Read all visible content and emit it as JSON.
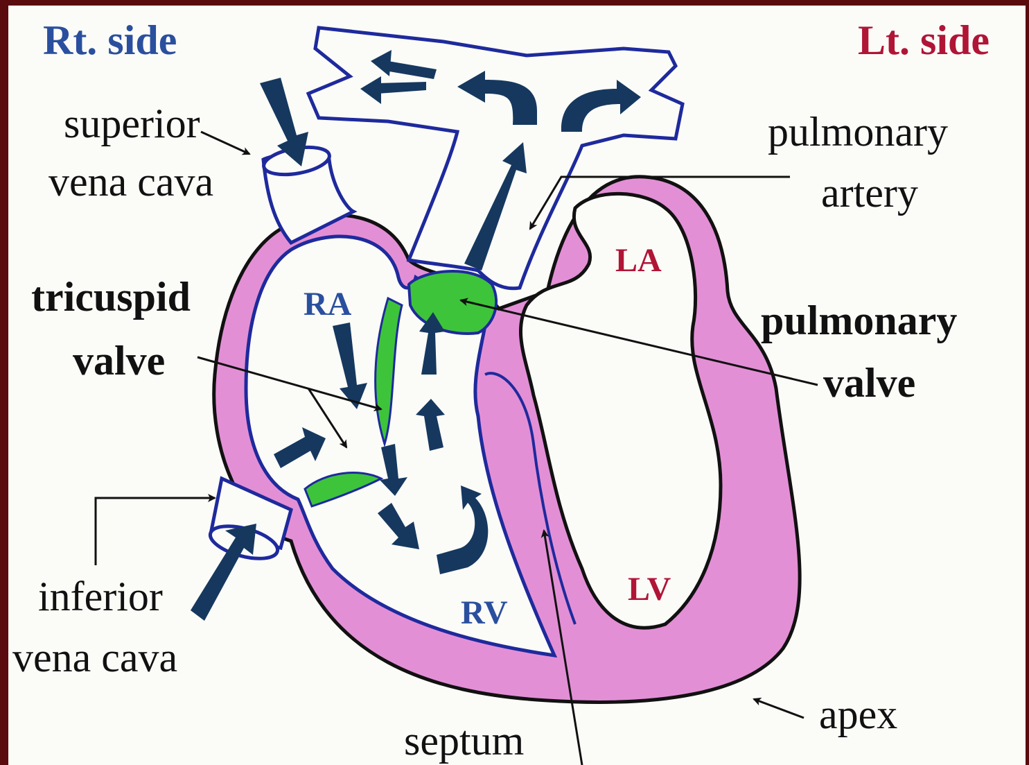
{
  "colors": {
    "frame": "#5a0b0e",
    "paper": "#fbfbf8",
    "muscle": "#e38fd6",
    "outline_blue": "#1e2a9c",
    "arrow": "#16385f",
    "valve": "#3ec43a",
    "right_side_text": "#2a4f9e",
    "left_side_text": "#b01536"
  },
  "labels": {
    "rt_side": "Rt. side",
    "lt_side": "Lt. side",
    "superior_vena_cava_1": "superior",
    "superior_vena_cava_2": "vena cava",
    "pulmonary_artery_1": "pulmonary",
    "pulmonary_artery_2": "artery",
    "tricuspid_valve_1": "tricuspid",
    "tricuspid_valve_2": "valve",
    "pulmonary_valve_1": "pulmonary",
    "pulmonary_valve_2": "valve",
    "inferior_vena_cava_1": "inferior",
    "inferior_vena_cava_2": "vena cava",
    "septum": "septum",
    "apex": "apex",
    "ra": "RA",
    "rv": "RV",
    "la": "LA",
    "lv": "LV"
  }
}
